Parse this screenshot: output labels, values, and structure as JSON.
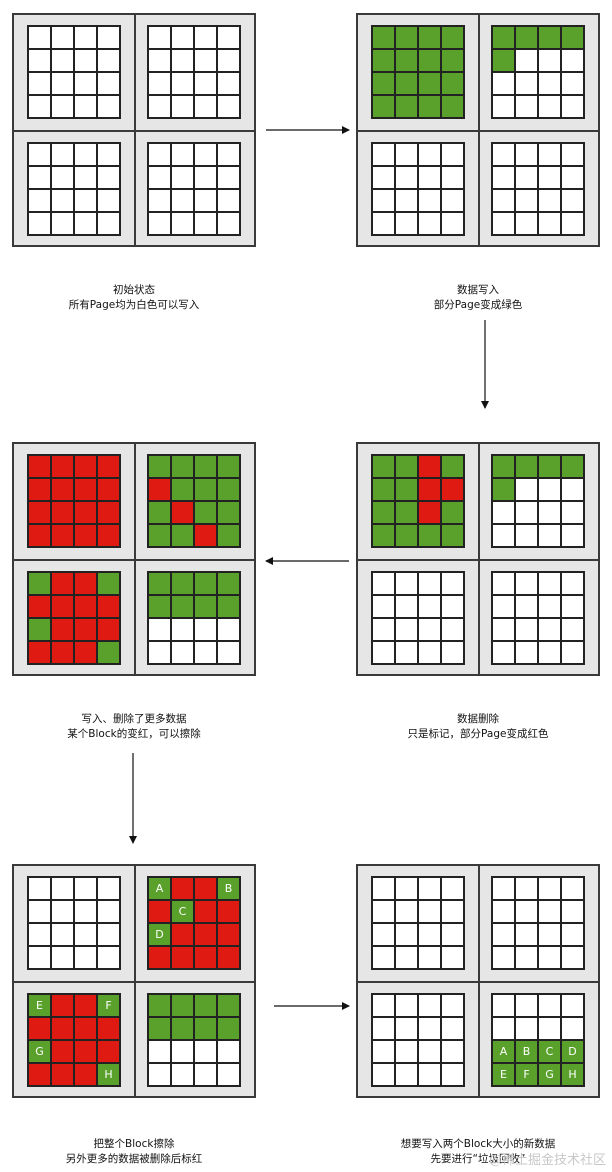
{
  "colors": {
    "free": "#ffffff",
    "written": "#59a12b",
    "deleted": "#df1a12",
    "chip": "#e6e6e6",
    "line": "#3a3a3a"
  },
  "stages": [
    {
      "id": "stage-1",
      "caption": [
        "初始状态",
        "所有Page均为白色可以写入"
      ],
      "blocks": [
        {
          "pages": [
            "wwww",
            "wwww",
            "wwww",
            "wwww"
          ]
        },
        {
          "pages": [
            "wwww",
            "wwww",
            "wwww",
            "wwww"
          ]
        },
        {
          "pages": [
            "wwww",
            "wwww",
            "wwww",
            "wwww"
          ]
        },
        {
          "pages": [
            "wwww",
            "wwww",
            "wwww",
            "wwww"
          ]
        }
      ]
    },
    {
      "id": "stage-2",
      "caption": [
        "数据写入",
        "部分Page变成绿色"
      ],
      "blocks": [
        {
          "pages": [
            "gggg",
            "gggg",
            "gggg",
            "gggg"
          ]
        },
        {
          "pages": [
            "gggg",
            "gwww",
            "wwww",
            "wwww"
          ]
        },
        {
          "pages": [
            "wwww",
            "wwww",
            "wwww",
            "wwww"
          ]
        },
        {
          "pages": [
            "wwww",
            "wwww",
            "wwww",
            "wwww"
          ]
        }
      ]
    },
    {
      "id": "stage-3",
      "caption": [
        "写入、删除了更多数据",
        "某个Block的变红，可以擦除"
      ],
      "blocks": [
        {
          "pages": [
            "rrrr",
            "rrrr",
            "rrrr",
            "rrrr"
          ]
        },
        {
          "pages": [
            "gggg",
            "rggg",
            "grgg",
            "ggrg"
          ]
        },
        {
          "pages": [
            "grrg",
            "rrrr",
            "grrr",
            "rrrg"
          ]
        },
        {
          "pages": [
            "gggg",
            "gggg",
            "wwww",
            "wwww"
          ]
        }
      ]
    },
    {
      "id": "stage-4",
      "caption": [
        "数据删除",
        "只是标记，部分Page变成红色"
      ],
      "blocks": [
        {
          "pages": [
            "ggrg",
            "ggrr",
            "ggrg",
            "gggg"
          ]
        },
        {
          "pages": [
            "gggg",
            "gwww",
            "wwww",
            "wwww"
          ]
        },
        {
          "pages": [
            "wwww",
            "wwww",
            "wwww",
            "wwww"
          ]
        },
        {
          "pages": [
            "wwww",
            "wwww",
            "wwww",
            "wwww"
          ]
        }
      ]
    },
    {
      "id": "stage-5",
      "caption": [
        "把整个Block擦除",
        "另外更多的数据被删除后标红"
      ],
      "blocks": [
        {
          "pages": [
            "wwww",
            "wwww",
            "wwww",
            "wwww"
          ]
        },
        {
          "pages": [
            "grrg",
            "rgrr",
            "grrr",
            "rrrr"
          ],
          "labels": [
            "A",
            "",
            "",
            "B",
            "",
            "C",
            "",
            "",
            "D",
            "",
            "",
            "",
            "",
            "",
            "",
            ""
          ]
        },
        {
          "pages": [
            "grrg",
            "rrrr",
            "grrr",
            "rrrg"
          ],
          "labels": [
            "E",
            "",
            "",
            "F",
            "",
            "",
            "",
            "",
            "G",
            "",
            "",
            "",
            "",
            "",
            "",
            "H"
          ]
        },
        {
          "pages": [
            "gggg",
            "gggg",
            "wwww",
            "wwww"
          ]
        }
      ]
    },
    {
      "id": "stage-6",
      "caption": [
        "想要写入两个Block大小的新数据",
        "先要进行“垃圾回收”"
      ],
      "blocks": [
        {
          "pages": [
            "wwww",
            "wwww",
            "wwww",
            "wwww"
          ]
        },
        {
          "pages": [
            "wwww",
            "wwww",
            "wwww",
            "wwww"
          ]
        },
        {
          "pages": [
            "wwww",
            "wwww",
            "wwww",
            "wwww"
          ]
        },
        {
          "pages": [
            "wwww",
            "wwww",
            "gggg",
            "gggg"
          ],
          "labels": [
            "",
            "",
            "",
            "",
            "",
            "",
            "",
            "",
            "A",
            "B",
            "C",
            "D",
            "E",
            "F",
            "G",
            "H"
          ]
        }
      ]
    }
  ],
  "watermark": "@稀土掘金技术社区"
}
